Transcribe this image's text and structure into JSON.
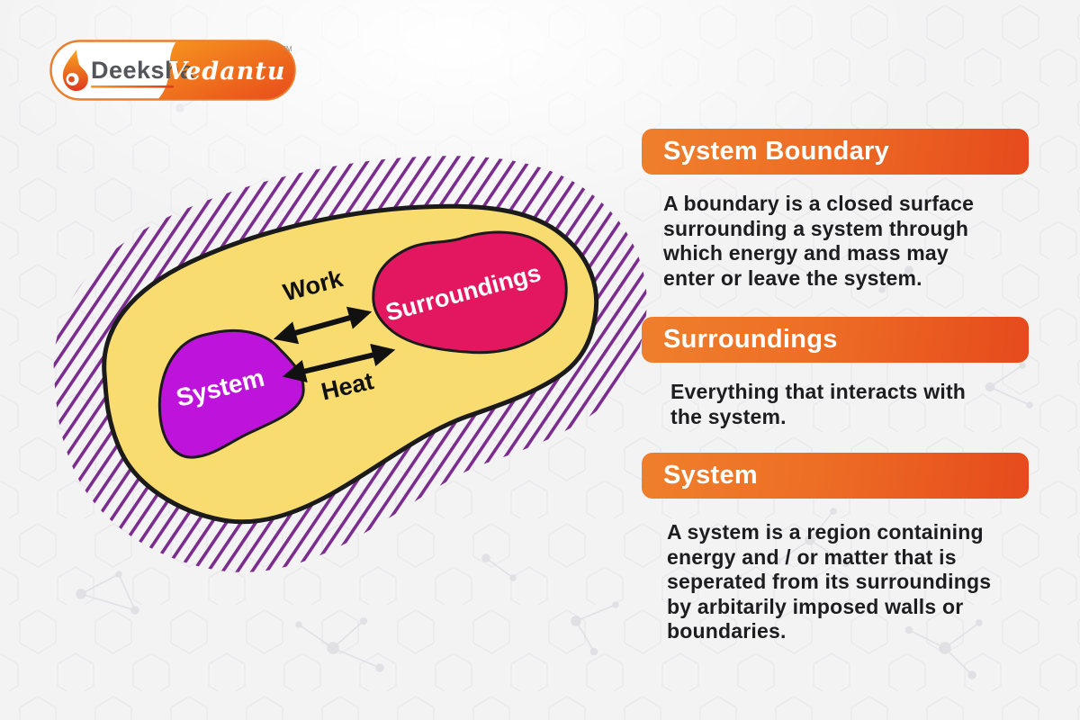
{
  "logo": {
    "brand_left": "Deeksha",
    "brand_right": "Vedantu",
    "trademark": "TM"
  },
  "diagram": {
    "labels": {
      "system": "System",
      "surroundings": "Surroundings",
      "work": "Work",
      "heat": "Heat"
    },
    "colors": {
      "boundary_fill": "#F9DC6F",
      "boundary_outline": "#1b1b1b",
      "system_fill": "#BE13DB",
      "surroundings_fill": "#E3175F",
      "hatch_lines": "#7A2D8C",
      "arrow": "#111111"
    }
  },
  "sections": [
    {
      "title": "System Boundary",
      "body": "A boundary is a closed surface surrounding a system through which energy and mass may enter or leave the system.",
      "body_lines": [
        "A boundary is a closed surface",
        "surrounding a system through",
        "which energy and mass may",
        "enter or leave the system."
      ]
    },
    {
      "title": "Surroundings",
      "body": "Everything that interacts with the system.",
      "body_lines": [
        "Everything that interacts with",
        "the system."
      ]
    },
    {
      "title": "System",
      "body": "A system is a region containing energy and / or matter that is seperated from its surroundings by arbitarily imposed walls or boundaries.",
      "body_lines": [
        "A system is a region containing",
        "energy and / or matter that is",
        "seperated from its surroundings",
        "by arbitarily imposed walls or",
        "boundaries."
      ]
    }
  ],
  "theme": {
    "header_gradient_start": "#EF7F2C",
    "header_gradient_end": "#E64A1C",
    "header_text_color": "#FFFFFF",
    "body_text_color": "#1D1D1F",
    "background": "#F3F3F4"
  }
}
